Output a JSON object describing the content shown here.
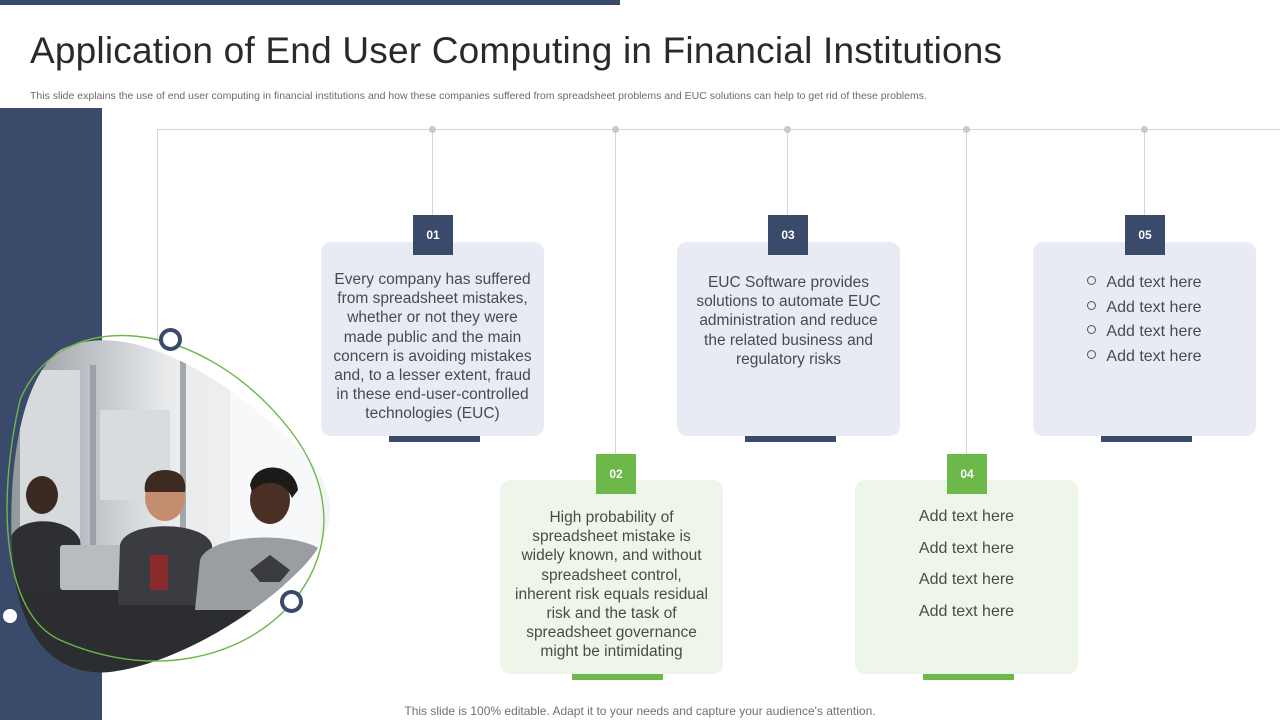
{
  "title": "Application of End User Computing in Financial Institutions",
  "subtitle": "This slide explains the use of end user computing in financial institutions and how these companies suffered from spreadsheet problems and EUC solutions can help to get rid of these problems.",
  "colors": {
    "navy": "#3a4a6b",
    "green": "#6cb84a",
    "card_blue": "#e8ebf3",
    "card_green": "#eef6ea"
  },
  "steps": [
    {
      "number": "01",
      "text": "Every company has suffered from spreadsheet mistakes, whether or not they were made public and the main concern is avoiding mistakes and, to a lesser extent, fraud in these end-user-controlled technologies (EUC)"
    },
    {
      "number": "02",
      "text": "High probability of spreadsheet mistake is widely known, and without spreadsheet control, inherent risk equals residual risk and the task of spreadsheet governance might be intimidating"
    },
    {
      "number": "03",
      "text": "EUC Software provides solutions to automate EUC administration and reduce the related business and regulatory risks"
    },
    {
      "number": "04",
      "items": [
        "Add text here",
        "Add text here",
        "Add text here",
        "Add text here"
      ]
    },
    {
      "number": "05",
      "items": [
        "Add text here",
        "Add text here",
        "Add text here",
        "Add text here"
      ]
    }
  ],
  "photo": {
    "icon": "meeting-photo-icon"
  },
  "footer": "This slide is 100% editable. Adapt it to your needs and capture your audience's attention."
}
